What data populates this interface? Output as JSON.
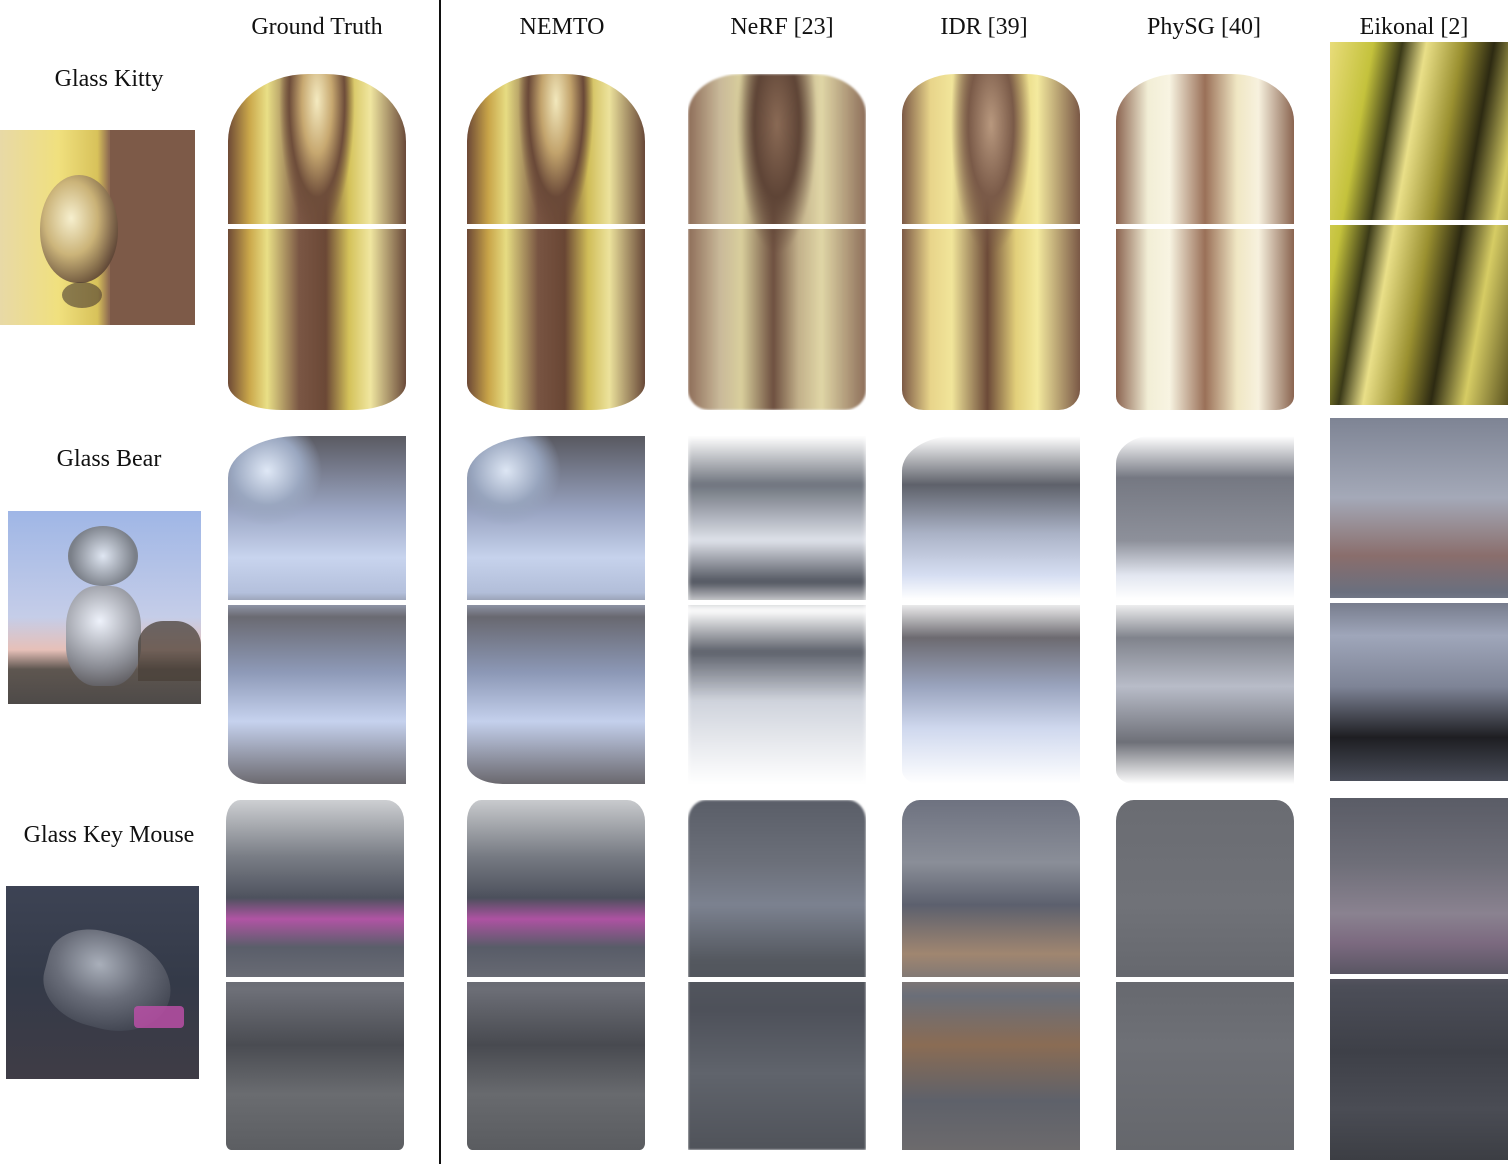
{
  "columns": [
    "Ground Truth",
    "NEMTO",
    "NeRF [23]",
    "IDR [39]",
    "PhySG [40]",
    "Eikonal [2]"
  ],
  "rows": [
    {
      "label": "Glass Kitty"
    },
    {
      "label": "Glass Bear"
    },
    {
      "label": "Glass Key Mouse"
    }
  ]
}
